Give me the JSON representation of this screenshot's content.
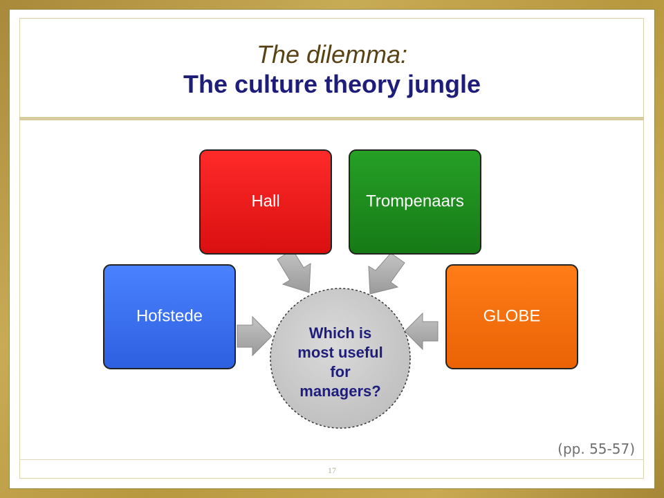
{
  "title": {
    "line1": "The dilemma:",
    "line2": "The culture theory jungle"
  },
  "diagram": {
    "center": {
      "lines": [
        "Which is",
        "most useful",
        "for",
        "managers?"
      ]
    },
    "boxes": [
      {
        "id": "hofstede",
        "label": "Hofstede",
        "color": "#3a6ff0"
      },
      {
        "id": "hall",
        "label": "Hall",
        "color": "#ee1c1c"
      },
      {
        "id": "trompenaars",
        "label": "Trompenaars",
        "color": "#1f8c1f"
      },
      {
        "id": "globe",
        "label": "GLOBE",
        "color": "#f5700e"
      }
    ],
    "arrow_color": "#a9a9a9"
  },
  "reference": "(pp. 55-57)",
  "slide_number": "17"
}
